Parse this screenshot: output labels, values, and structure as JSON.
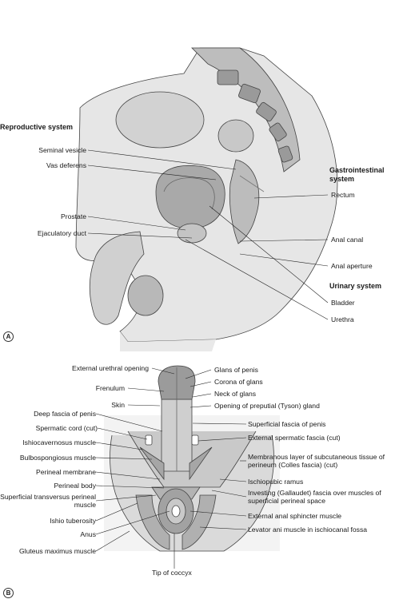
{
  "panel_a": {
    "panel_label": "A",
    "section_reproductive": "Reproductive system",
    "section_gastrointestinal": "Gastrointestinal system",
    "section_urinary": "Urinary system",
    "left_labels": [
      "Seminal vesicle",
      "Vas deferens",
      "Prostate",
      "Ejaculatory duct"
    ],
    "right_labels": [
      "Rectum",
      "Anal canal",
      "Anal aperture",
      "Bladder",
      "Urethra"
    ]
  },
  "panel_b": {
    "panel_label": "B",
    "top_left_labels": [
      "External urethral opening",
      "Frenulum",
      "Skin"
    ],
    "top_right_labels": [
      "Glans of penis",
      "Corona of glans",
      "Neck of glans",
      "Opening of preputial (Tyson) gland"
    ],
    "left_labels": [
      "Deep fascia of penis",
      "Spermatic cord (cut)",
      "Ishiocavernosus muscle",
      "Bulbospongiosus muscle",
      "Perineal membrane",
      "Perineal body",
      "Superficial transversus perineal muscle",
      "Ishio tuberosity",
      "Anus",
      "Gluteus maximus muscle"
    ],
    "right_labels": [
      "Superficial fascia of penis",
      "External spermatic fascia (cut)",
      "Membranous layer of subcutaneous tissue of perineum (Colles fascia) (cut)",
      "Ischiopubic ramus",
      "Investing (Gallaudet) fascia over muscles of superficial perineal space",
      "External anal sphincter muscle",
      "Levator ani muscle in ischiocanal fossa"
    ],
    "bottom_label": "Tip of coccyx"
  },
  "colors": {
    "ink": "#1a1a1a",
    "tissue": "#d6d6d6",
    "dark": "#8a8a8a",
    "light": "#eeeeee"
  }
}
